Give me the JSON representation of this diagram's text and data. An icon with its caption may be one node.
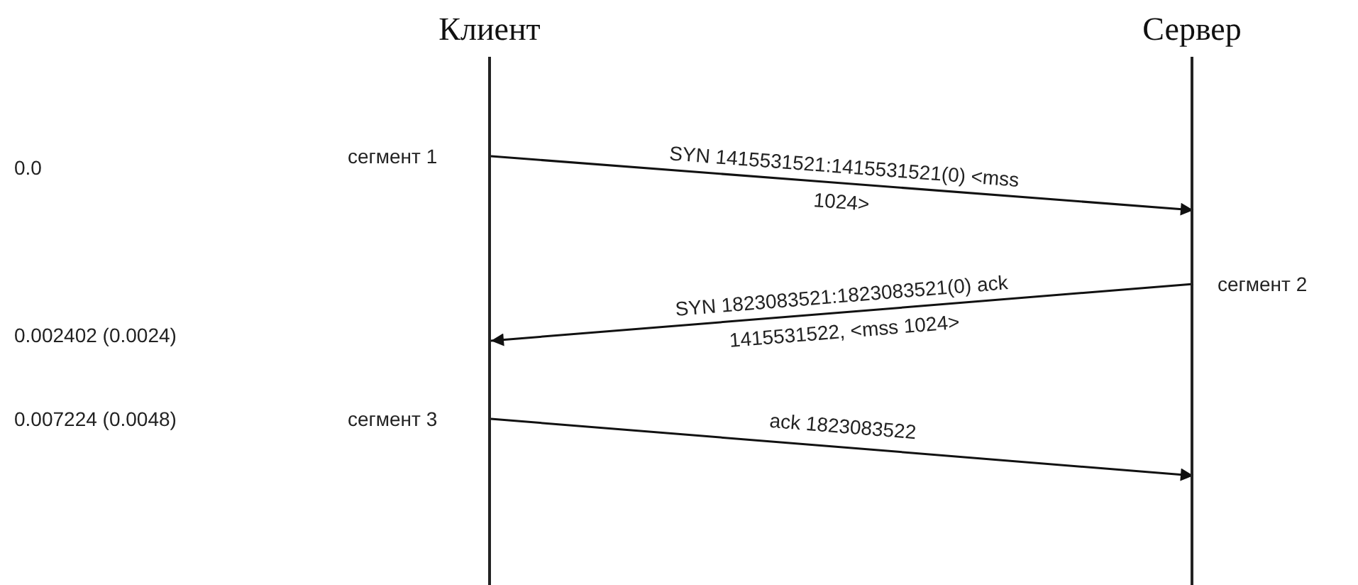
{
  "diagram": {
    "nodes": [
      {
        "text": [
          "Клиент"
        ]
      },
      {
        "text": [
          "Сервер"
        ]
      }
    ],
    "edges": [
      {
        "from": 0,
        "to": 1,
        "arrow": "to",
        "label": "SYN 1415531521:1415531521(0) <mss 1024>"
      },
      {
        "from": 1,
        "to": 0,
        "arrow": "to",
        "label": "SYN 1823083521:1823083521(0) ack 1415531522, <mss 1024>"
      },
      {
        "from": 0,
        "to": 1,
        "arrow": "to",
        "label": "ack 1823083522"
      }
    ],
    "labels": [
      "0.0",
      "сегмент 1",
      "сегмент 2",
      "0.002402 (0.0024)",
      "0.007224 (0.0048)",
      "сегмент 3"
    ]
  }
}
